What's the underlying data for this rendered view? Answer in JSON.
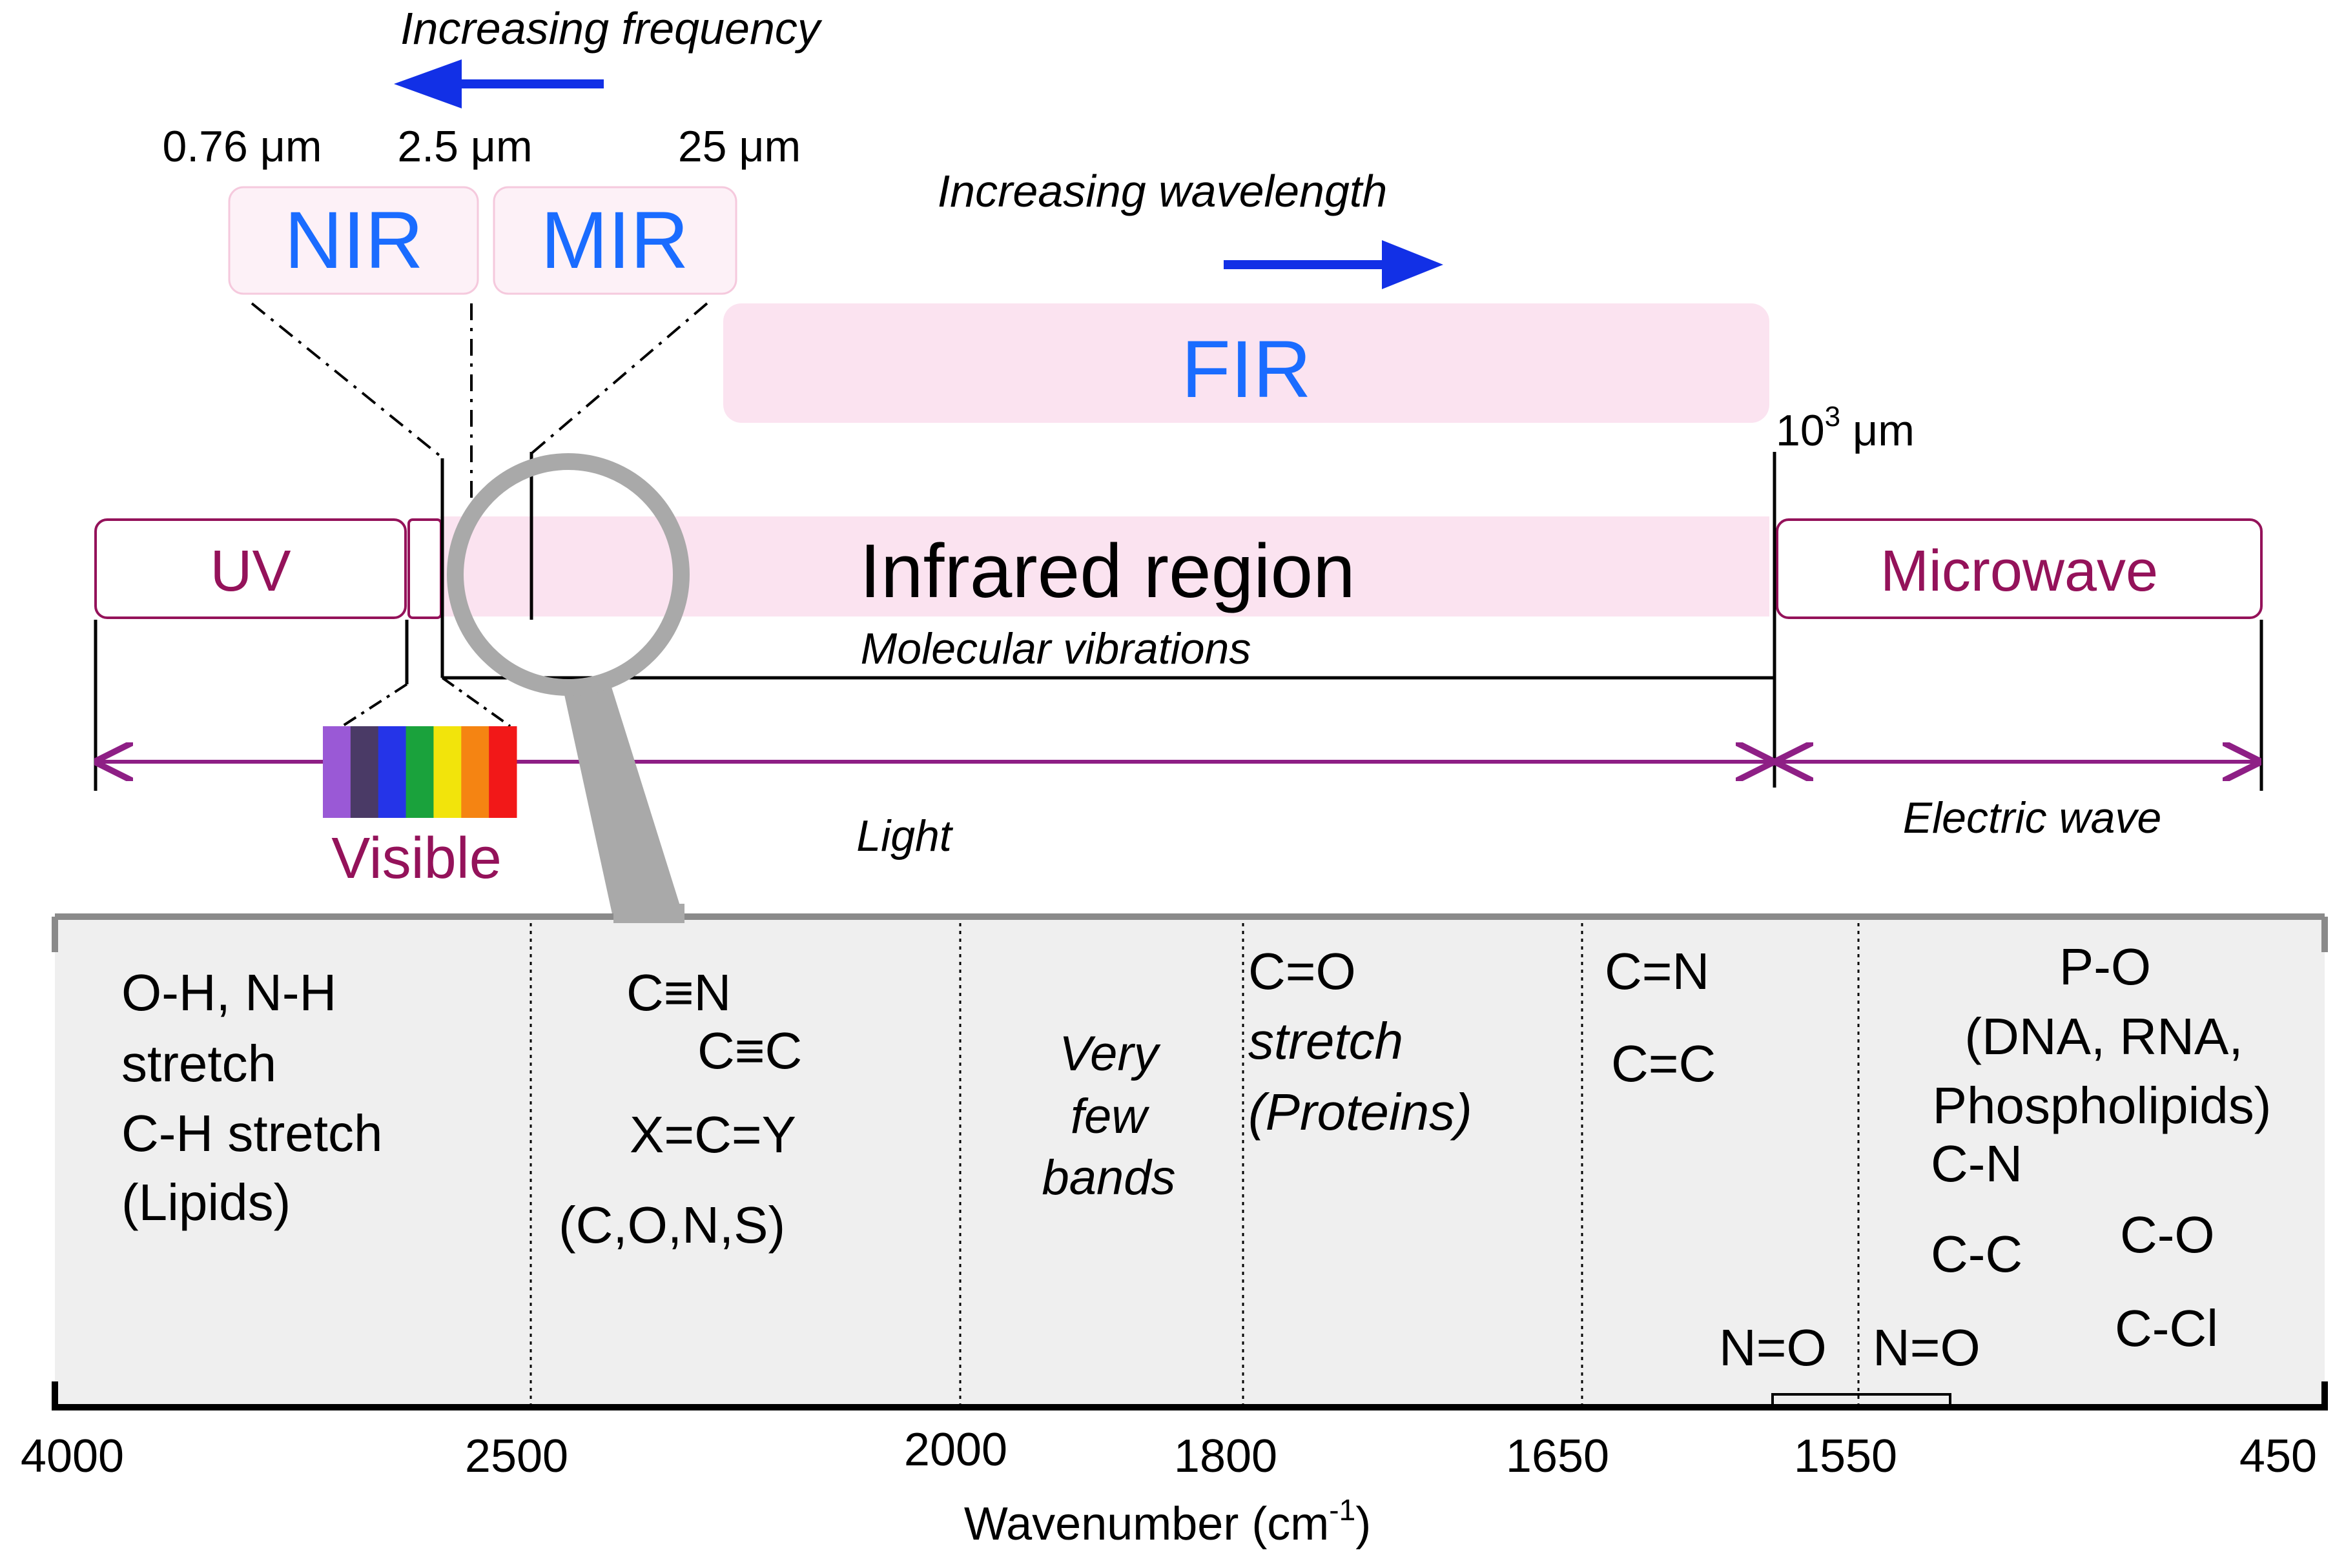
{
  "colors": {
    "blue_text": "#1a6cff",
    "arrow_blue": "#1230e6",
    "maroon": "#94125a",
    "purple": "#8e1f85",
    "pink_fill": "#fbe3f0",
    "pink_light": "#fdf1f7",
    "pink_border": "#f5c9dd",
    "box_border": "#8a8a8a",
    "box_fill": "#efefef",
    "lens_gray": "#a9a9a9"
  },
  "header": {
    "increasing_frequency": "Increasing frequency",
    "increasing_wavelength": "Increasing wavelength"
  },
  "wavelength_labels": {
    "w076": "0.76 μm",
    "w25": "2.5 μm",
    "w25um": "25 μm",
    "w1000_base": "10",
    "w1000_sup": "3",
    "w1000_unit": " μm"
  },
  "regions": {
    "nir": "NIR",
    "mir": "MIR",
    "fir": "FIR",
    "uv": "UV",
    "infrared": "Infrared region",
    "microwave": "Microwave",
    "molecular_vibrations": "Molecular vibrations",
    "visible": "Visible",
    "light": "Light",
    "electric_wave": "Electric wave"
  },
  "spectrum_colors": [
    "#9a59d6",
    "#4a3a66",
    "#2534e8",
    "#1aa23c",
    "#f2e40b",
    "#f58412",
    "#f21818"
  ],
  "bands": {
    "col1": [
      "O-H, N-H",
      "stretch",
      "C-H stretch",
      "(Lipids)"
    ],
    "col2": [
      "C≡N",
      "C≡C",
      "X=C=Y",
      "(C,O,N,S)"
    ],
    "col3": [
      "Very",
      "few",
      "bands"
    ],
    "col4": [
      "C=O",
      "stretch",
      "(Proteins)"
    ],
    "col5": [
      "C=N",
      "C=C"
    ],
    "col6": [
      "P-O",
      "(DNA, RNA,",
      "Phospholipids)",
      "C-N",
      "C-C",
      "C-O",
      "C-Cl"
    ],
    "no_left": "N=O",
    "no_right": "N=O"
  },
  "axis": {
    "ticks": [
      "4000",
      "2500",
      "2000",
      "1800",
      "1650",
      "1550",
      "450"
    ],
    "label": "Wavenumber (cm",
    "label_sup": "-1",
    "label_end": ")"
  }
}
